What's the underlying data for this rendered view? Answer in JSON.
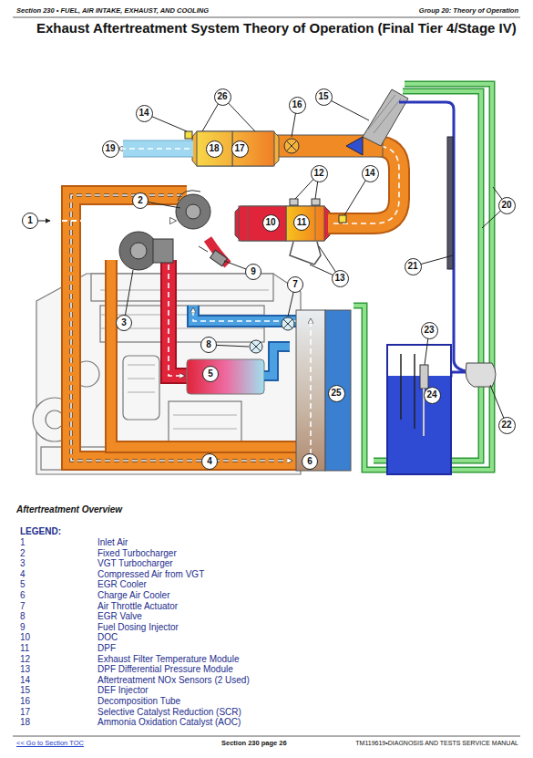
{
  "diagram": {
    "title": "Exhaust Aftertreatment System Theory of Operation (Final Tier 4/Stage IV)",
    "caption": "Aftertreatment Overview",
    "nodes": [
      {
        "text": [
          "1"
        ]
      },
      {
        "text": [
          "2"
        ]
      },
      {
        "text": [
          "3"
        ]
      },
      {
        "text": [
          "4"
        ]
      },
      {
        "text": [
          "5"
        ]
      },
      {
        "text": [
          "6"
        ]
      },
      {
        "text": [
          "7"
        ]
      },
      {
        "text": [
          "8"
        ]
      },
      {
        "text": [
          "9"
        ]
      },
      {
        "text": [
          "10"
        ]
      },
      {
        "text": [
          "11"
        ]
      },
      {
        "text": [
          "12"
        ]
      },
      {
        "text": [
          "13"
        ]
      },
      {
        "text": [
          "14"
        ]
      },
      {
        "text": [
          "14"
        ]
      },
      {
        "text": [
          "15"
        ]
      },
      {
        "text": [
          "16"
        ]
      },
      {
        "text": [
          "17"
        ]
      },
      {
        "text": [
          "18"
        ]
      },
      {
        "text": [
          "19"
        ]
      },
      {
        "text": [
          "20"
        ]
      },
      {
        "text": [
          "21"
        ]
      },
      {
        "text": [
          "22"
        ]
      },
      {
        "text": [
          "23"
        ]
      },
      {
        "text": [
          "24"
        ]
      },
      {
        "text": [
          "25"
        ]
      },
      {
        "text": [
          "26"
        ]
      }
    ],
    "labels": [
      "Section 230 • FUEL, AIR INTAKE, EXHAUST, AND COOLING",
      "Group 20: Theory of Operation",
      "LEGEND:",
      "1",
      "Inlet Air",
      "2",
      "Fixed Turbocharger",
      "3",
      "VGT Turbocharger",
      "4",
      "Compressed Air from VGT",
      "5",
      "EGR Cooler",
      "6",
      "Charge Air Cooler",
      "7",
      "Air Throttle Actuator",
      "8",
      "EGR Valve",
      "9",
      "Fuel Dosing Injector",
      "10",
      "DOC",
      "11",
      "DPF",
      "12",
      "Exhaust Filter Temperature Module",
      "13",
      "DPF Differential Pressure Module",
      "14",
      "Aftertreatment NOx Sensors (2 Used)",
      "15",
      "DEF Injector",
      "16",
      "Decomposition Tube",
      "17",
      "Selective Catalyst Reduction (SCR)",
      "18",
      "Ammonia Oxidation Catalyst (AOC)",
      "<< Go to Section TOC",
      "Section 230 page 26",
      "TM119619•DIAGNOSIS AND TESTS SERVICE MANUAL"
    ]
  }
}
